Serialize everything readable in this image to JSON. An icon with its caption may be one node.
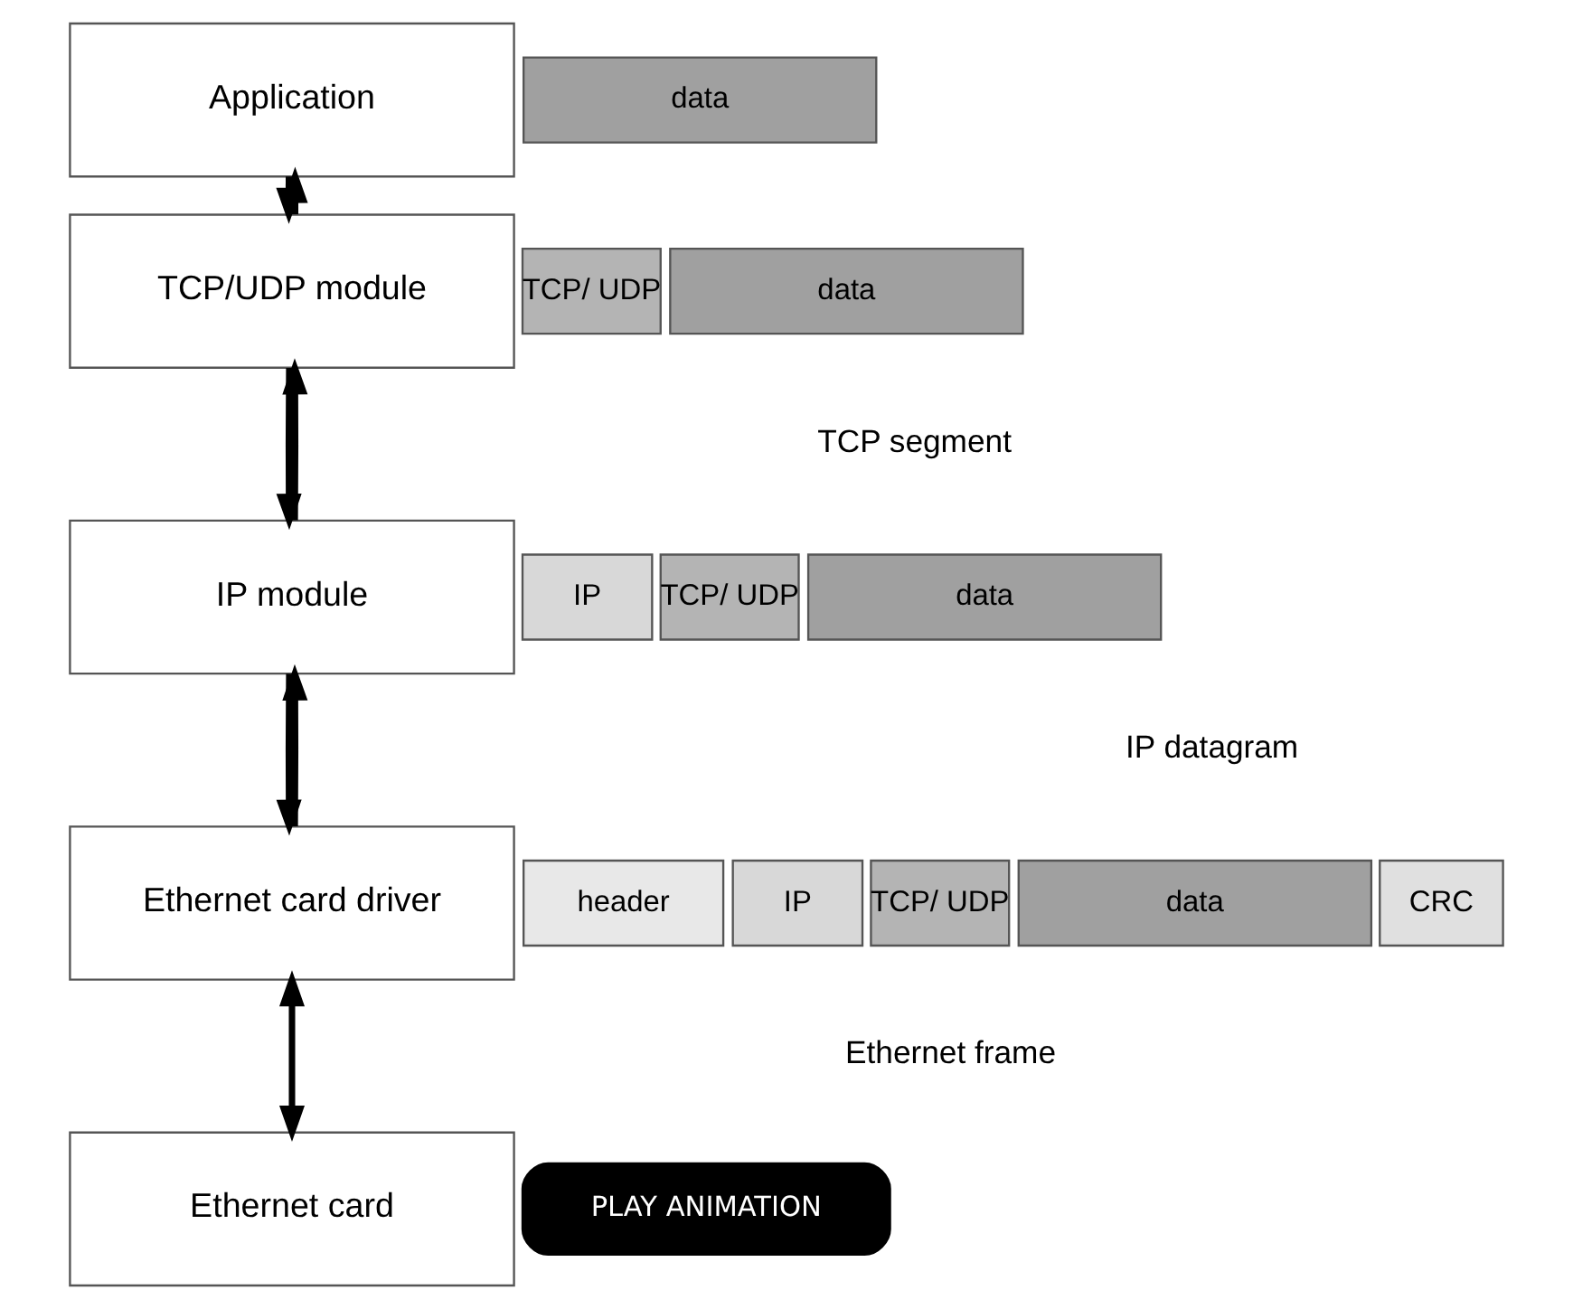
{
  "diagram": {
    "nodes": [
      {
        "text": [
          "Application"
        ]
      },
      {
        "text": [
          "TCP/UDP module"
        ]
      },
      {
        "text": [
          "IP module"
        ]
      },
      {
        "text": [
          "Ethernet card driver"
        ]
      },
      {
        "text": [
          "Ethernet card"
        ]
      },
      {
        "text": [
          "data"
        ]
      },
      {
        "text": [
          "TCP/ UDP"
        ]
      },
      {
        "text": [
          "data"
        ]
      },
      {
        "text": [
          "IP"
        ]
      },
      {
        "text": [
          "TCP/ UDP"
        ]
      },
      {
        "text": [
          "data"
        ]
      },
      {
        "text": [
          "header"
        ]
      },
      {
        "text": [
          "IP"
        ]
      },
      {
        "text": [
          "TCP/ UDP"
        ]
      },
      {
        "text": [
          "data"
        ]
      },
      {
        "text": [
          "CRC"
        ]
      },
      {
        "text": [
          "PLAY ANIMATION"
        ]
      }
    ],
    "edges": [
      {
        "from": 1,
        "to": 0,
        "arrow": "to"
      },
      {
        "from": 0,
        "to": 1,
        "arrow": "to"
      },
      {
        "from": 2,
        "to": 1,
        "arrow": "to"
      },
      {
        "from": 1,
        "to": 2,
        "arrow": "to"
      },
      {
        "from": 3,
        "to": 2,
        "arrow": "to"
      },
      {
        "from": 2,
        "to": 3,
        "arrow": "to"
      },
      {
        "from": 3,
        "to": 4,
        "arrow": "both"
      }
    ],
    "labels": [
      "TCP segment",
      "IP datagram",
      "Ethernet frame"
    ]
  }
}
